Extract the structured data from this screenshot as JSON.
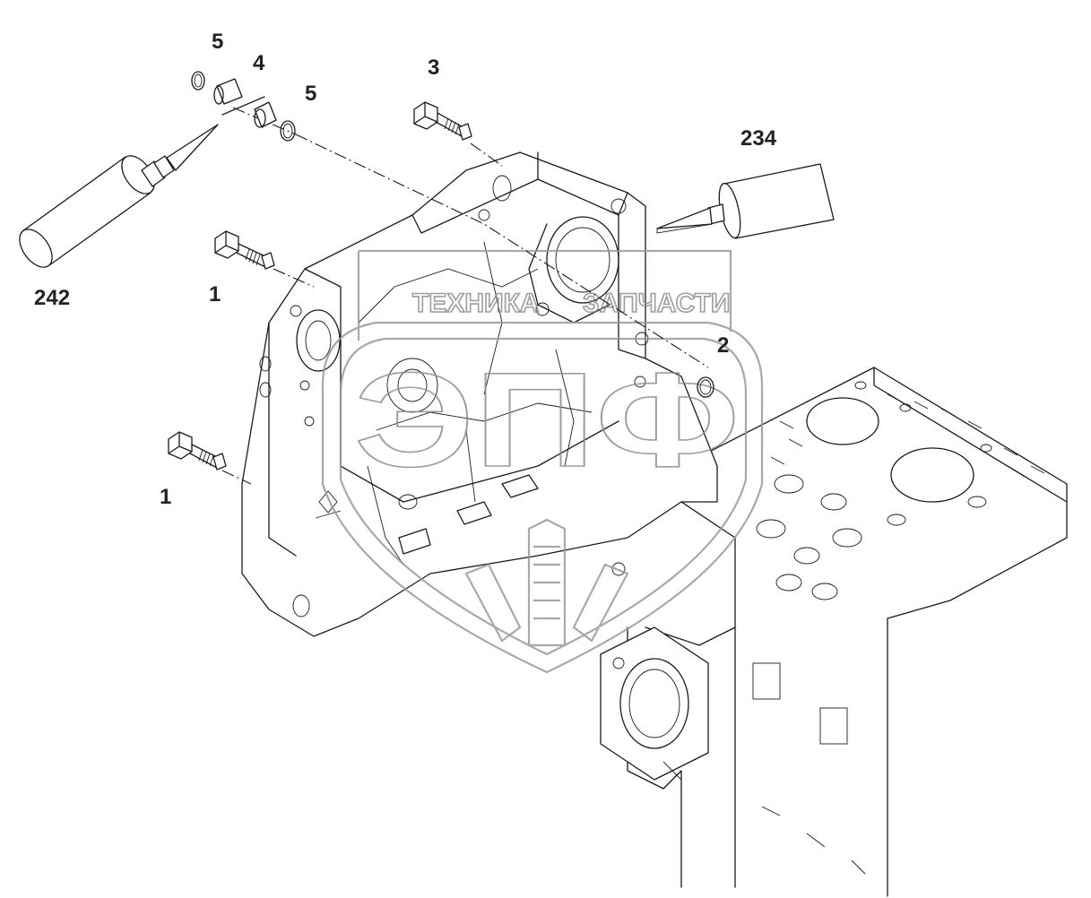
{
  "callouts": {
    "c5a": "5",
    "c4": "4",
    "c5b": "5",
    "c3": "3",
    "c234": "234",
    "c242": "242",
    "c1a": "1",
    "c2": "2",
    "c1b": "1"
  },
  "watermark": {
    "top_text": "ТЕХНИКА",
    "top_text_right": "ЗАПЧАСТИ",
    "monogram": "ЭПФ"
  }
}
